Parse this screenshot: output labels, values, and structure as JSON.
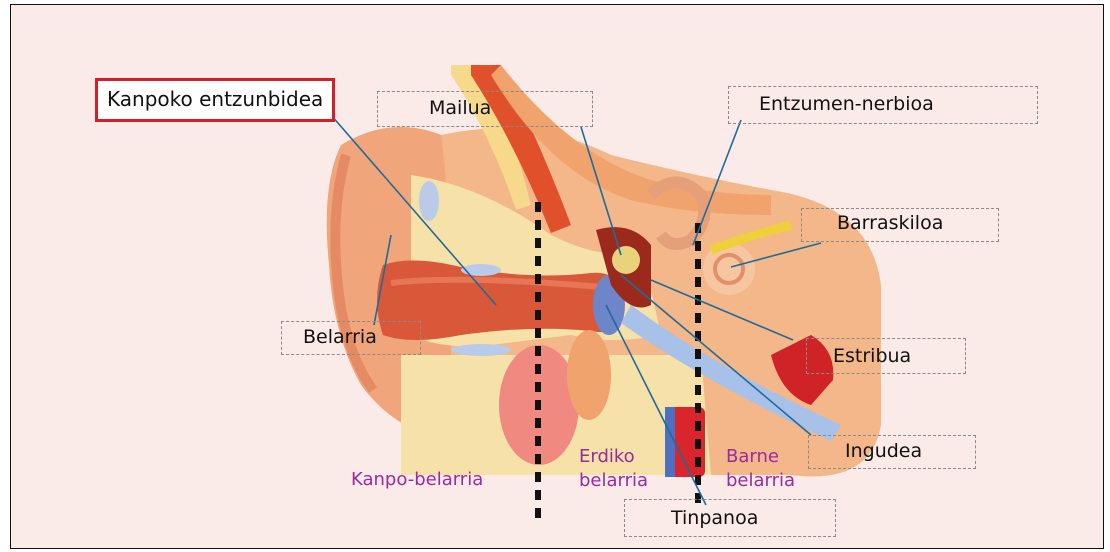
{
  "answer_label": "Kanpoko entzunbidea",
  "labels": {
    "mailua": "Mailua",
    "entzumen_nerbioa": "Entzumen-nerbioa",
    "barraskiloa": "Barraskiloa",
    "belarria": "Belarria",
    "estribua": "Estribua",
    "ingudea": "Ingudea",
    "tinpanoa": "Tinpanoa"
  },
  "zones": {
    "kanpo": "Kanpo-belarria",
    "erdiko_1": "Erdiko",
    "erdiko_2": "belarria",
    "barne_1": "Barne",
    "barne_2": "belarria"
  },
  "colors": {
    "background": "#fbebe8",
    "answer_border": "#d32027",
    "zone_text": "#9a2aa0"
  }
}
